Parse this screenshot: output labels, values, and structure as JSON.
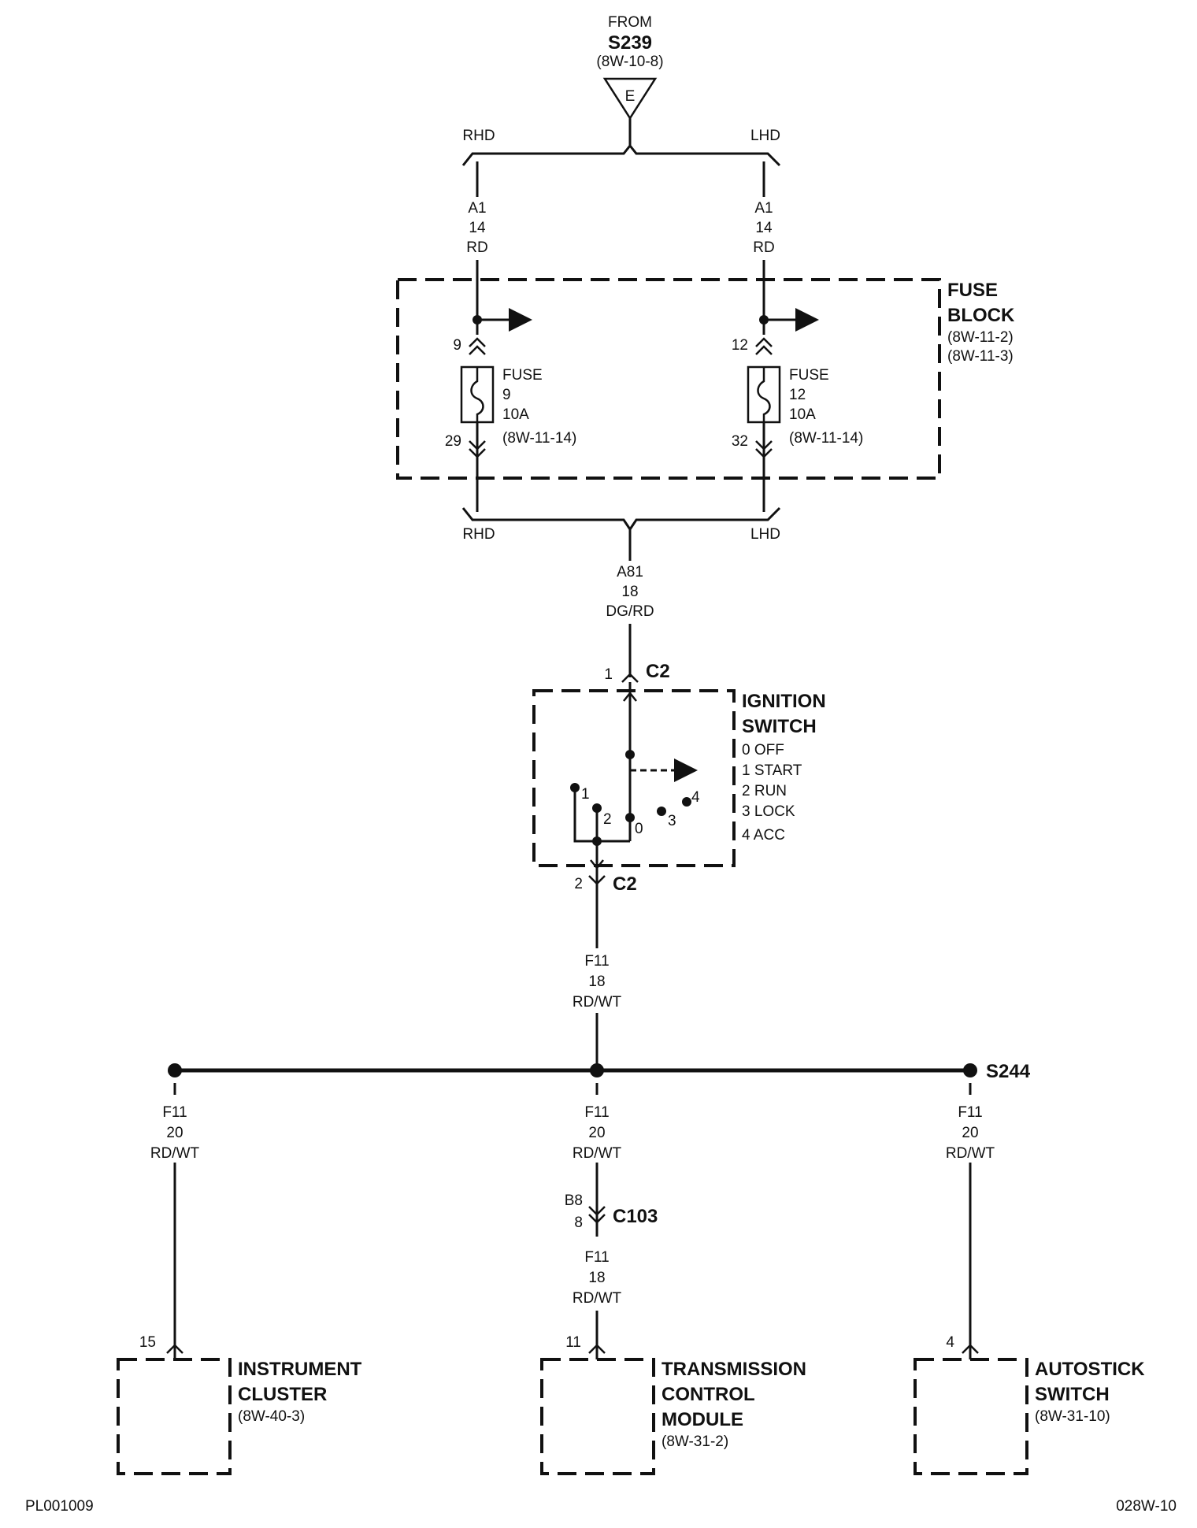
{
  "source": {
    "from": "FROM",
    "splice": "S239",
    "ref": "(8W-10-8)",
    "tag": "E"
  },
  "branch_top": {
    "rhd": "RHD",
    "lhd": "LHD"
  },
  "wire_a1_left": {
    "circuit": "A1",
    "gauge": "14",
    "color": "RD"
  },
  "wire_a1_right": {
    "circuit": "A1",
    "gauge": "14",
    "color": "RD"
  },
  "fuse_block": {
    "title_1": "FUSE",
    "title_2": "BLOCK",
    "ref_1": "(8W-11-2)",
    "ref_2": "(8W-11-3)"
  },
  "fuse_left": {
    "pin_in": "9",
    "pin_out": "29",
    "label": "FUSE",
    "number": "9",
    "rating": "10A",
    "ref": "(8W-11-14)"
  },
  "fuse_right": {
    "pin_in": "12",
    "pin_out": "32",
    "label": "FUSE",
    "number": "12",
    "rating": "10A",
    "ref": "(8W-11-14)"
  },
  "branch_bottom": {
    "rhd": "RHD",
    "lhd": "LHD"
  },
  "wire_a81": {
    "circuit": "A81",
    "gauge": "18",
    "color": "DG/RD"
  },
  "ignition_switch": {
    "conn_in_pin": "1",
    "conn_in": "C2",
    "conn_out_pin": "2",
    "conn_out": "C2",
    "title_1": "IGNITION",
    "title_2": "SWITCH",
    "positions": [
      "0 OFF",
      "1 START",
      "2 RUN",
      "3 LOCK",
      "4 ACC"
    ],
    "contacts": {
      "c0": "0",
      "c1": "1",
      "c2": "2",
      "c3": "3",
      "c4": "4"
    }
  },
  "wire_f11_main": {
    "circuit": "F11",
    "gauge": "18",
    "color": "RD/WT"
  },
  "splice": {
    "name": "S244"
  },
  "wire_f11_left": {
    "circuit": "F11",
    "gauge": "20",
    "color": "RD/WT"
  },
  "wire_f11_mid": {
    "circuit": "F11",
    "gauge": "20",
    "color": "RD/WT"
  },
  "wire_f11_right": {
    "circuit": "F11",
    "gauge": "20",
    "color": "RD/WT"
  },
  "connector_c103": {
    "pin_a": "B8",
    "pin_b": "8",
    "name": "C103"
  },
  "wire_f11_tcm": {
    "circuit": "F11",
    "gauge": "18",
    "color": "RD/WT"
  },
  "instrument_cluster": {
    "pin": "15",
    "title_1": "INSTRUMENT",
    "title_2": "CLUSTER",
    "ref": "(8W-40-3)"
  },
  "tcm": {
    "pin": "11",
    "title_1": "TRANSMISSION",
    "title_2": "CONTROL",
    "title_3": "MODULE",
    "ref": "(8W-31-2)"
  },
  "autostick": {
    "pin": "4",
    "title_1": "AUTOSTICK",
    "title_2": "SWITCH",
    "ref": "(8W-31-10)"
  },
  "footer": {
    "left": "PL001009",
    "right": "028W-10"
  }
}
